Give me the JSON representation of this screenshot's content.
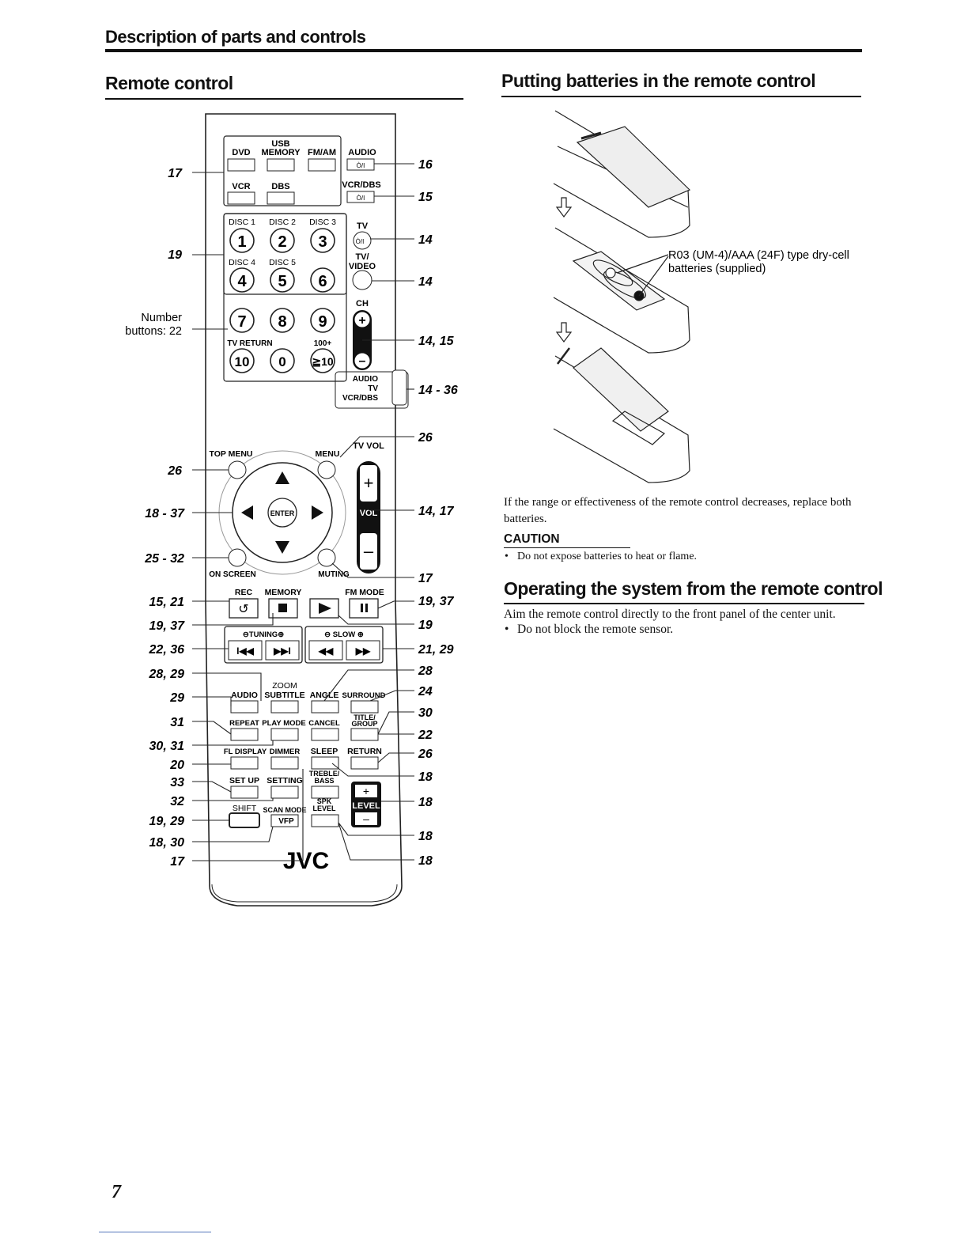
{
  "header": {
    "title": "Description of parts and controls"
  },
  "remote": {
    "title": "Remote control",
    "source_buttons": [
      "DVD",
      "USB MEMORY",
      "FM/AM",
      "AUDIO",
      "VCR",
      "DBS",
      "VCR/DBS",
      "TV",
      "TV/ VIDEO",
      "CH"
    ],
    "disc_labels": [
      "DISC 1",
      "DISC 2",
      "DISC 3",
      "DISC 4",
      "DISC 5"
    ],
    "number_keys": [
      "1",
      "2",
      "3",
      "4",
      "5",
      "6",
      "7",
      "8",
      "9",
      "10",
      "0",
      "≧10"
    ],
    "misc_labels": [
      "TV RETURN",
      "100+",
      "AUDIO",
      "TV",
      "VCR/DBS",
      "TOP MENU",
      "MENU",
      "TV VOL",
      "ENTER",
      "VOL",
      "ON SCREEN",
      "MUTING"
    ],
    "transport_labels": [
      "REC",
      "MEMORY",
      "FM MODE",
      "TUNING",
      "SLOW"
    ],
    "function_labels": [
      "ZOOM",
      "AUDIO",
      "SUBTITLE",
      "ANGLE",
      "SURROUND",
      "REPEAT",
      "PLAY MODE",
      "CANCEL",
      "TITLE/ GROUP",
      "FL DISPLAY",
      "DIMMER",
      "SLEEP",
      "RETURN",
      "TREBLE/ BASS",
      "SET UP",
      "SETTING",
      "SPK LEVEL",
      "LEVEL",
      "SHIFT",
      "SCAN MODE",
      "VFP"
    ],
    "brand": "JVC",
    "left_callouts": [
      "17",
      "19",
      "Number",
      "buttons: 22",
      "26",
      "18 - 37",
      "25 - 32",
      "15, 21",
      "19, 37",
      "22, 36",
      "28, 29",
      "29",
      "31",
      "30, 31",
      "20",
      "33",
      "32",
      "19, 29",
      "18, 30",
      "17"
    ],
    "right_callouts": [
      "16",
      "15",
      "14",
      "14",
      "14, 15",
      "14 - 36",
      "26",
      "14, 17",
      "17",
      "19, 37",
      "19",
      "21, 29",
      "28",
      "24",
      "30",
      "22",
      "26",
      "18",
      "18",
      "18",
      "18"
    ]
  },
  "batteries": {
    "title": "Putting batteries in the remote control",
    "battery_note_line1": "R03 (UM-4)/AAA (24F) type dry-cell",
    "battery_note_line2": "batteries (supplied)",
    "replace_text": "If the range or effectiveness of the remote control decreases, replace both batteries.",
    "caution_label": "CAUTION",
    "caution_item": "Do not expose batteries to heat or flame."
  },
  "operating": {
    "title": "Operating the system from the remote control",
    "text": "Aim the remote control directly to the front panel of the center unit.",
    "item": "Do not block the remote sensor."
  },
  "page_number": "7"
}
